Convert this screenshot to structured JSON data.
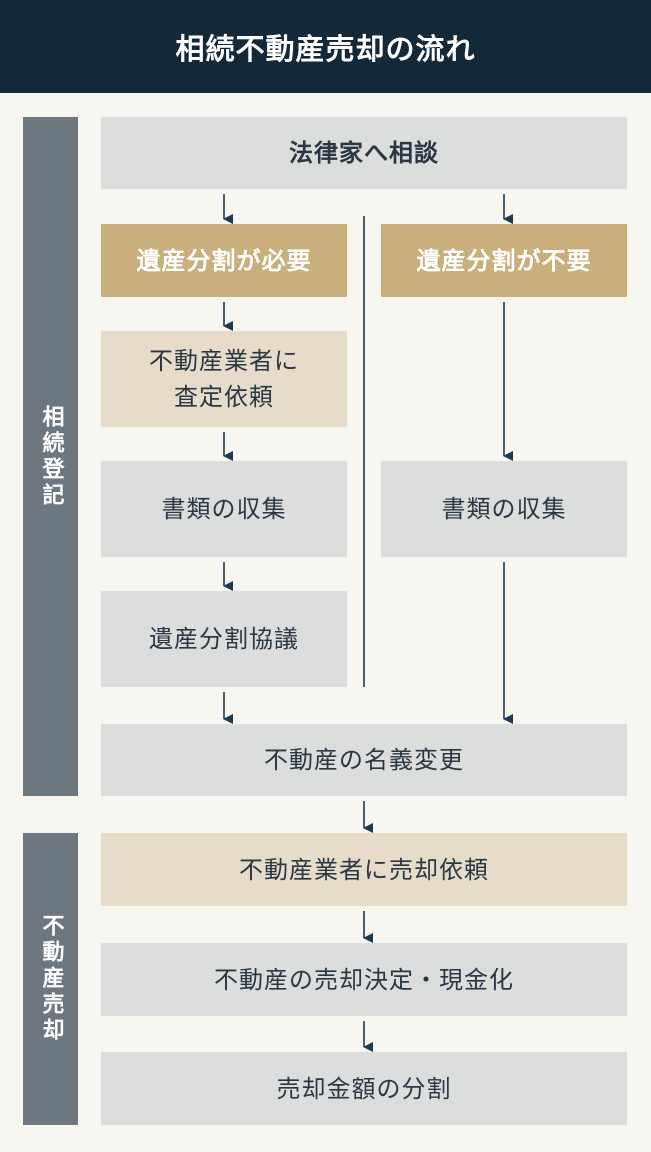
{
  "title": "相続不動産売却の流れ",
  "sections": {
    "inheritance": "相続登記",
    "sale": "不動産売却"
  },
  "steps": {
    "consult": "法律家へ相談",
    "division_needed": "遺産分割が必要",
    "division_not_needed": "遺産分割が不要",
    "appraisal_request": "不動産業者に\n査定依頼",
    "collect_docs_left": "書類の収集",
    "collect_docs_right": "書類の収集",
    "division_agreement": "遺産分割協議",
    "name_change": "不動産の名義変更",
    "sale_request": "不動産業者に売却依頼",
    "sale_decision": "不動産の売却決定・現金化",
    "proceeds_division": "売却金額の分割"
  },
  "colors": {
    "header": "#13293a",
    "side": "#6c7780",
    "grey_box": "#dcdedd",
    "beige_box": "#e7dcc9",
    "gold_box": "#c8af7b",
    "arrow": "#1e3a50",
    "background": "#f8f6f1"
  }
}
